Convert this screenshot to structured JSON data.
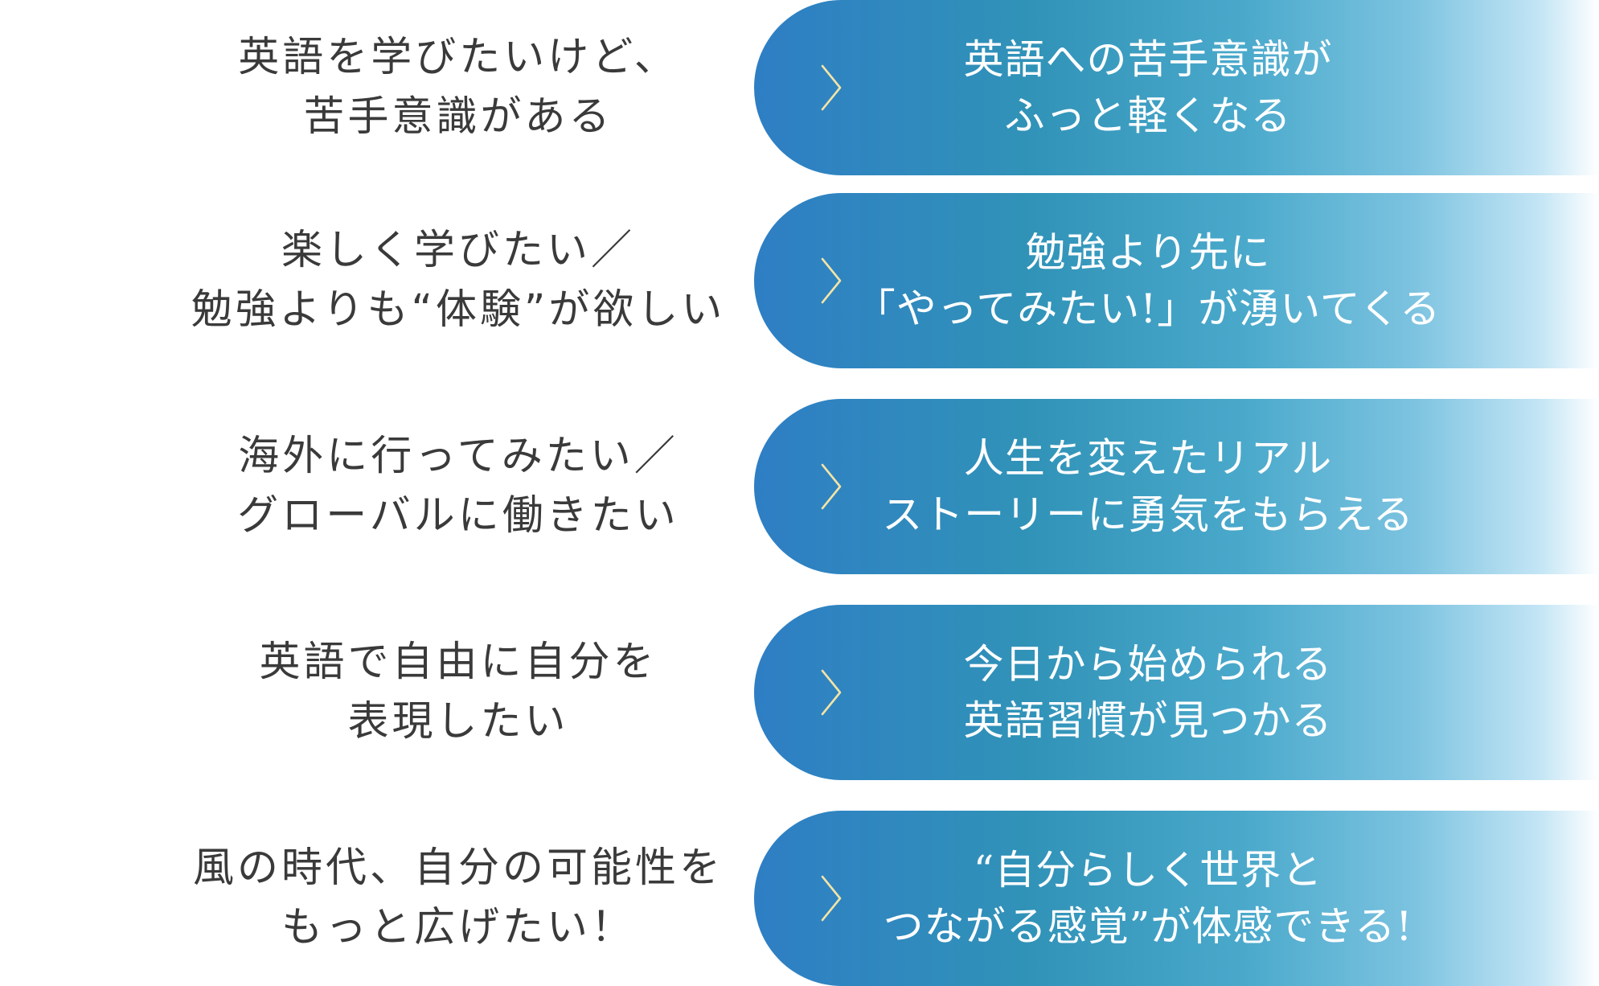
{
  "rows": [
    {
      "problem": [
        "英語を学びたいけど、",
        "苦手意識がある"
      ],
      "benefit": [
        "英語への苦手意識が",
        "ふっと軽くなる"
      ]
    },
    {
      "problem": [
        "楽しく学びたい／",
        "勉強よりも“体験”が欲しい"
      ],
      "benefit": [
        "勉強より先に",
        "「やってみたい!」が湧いてくる"
      ]
    },
    {
      "problem": [
        "海外に行ってみたい／",
        "グローバルに働きたい"
      ],
      "benefit": [
        "人生を変えたリアル",
        "ストーリーに勇気をもらえる"
      ]
    },
    {
      "problem": [
        "英語で自由に自分を",
        "表現したい"
      ],
      "benefit": [
        "今日から始められる",
        "英語習慣が見つかる"
      ]
    },
    {
      "problem": [
        "風の時代、自分の可能性を",
        "もっと広げたい！"
      ],
      "benefit": [
        "“自分らしく世界と",
        "つながる感覚”が体感できる!"
      ]
    }
  ],
  "colors": {
    "problem_text": "#3a3a3a",
    "benefit_text": "#ffffff",
    "pill_gradient_start": "#2e7ec4",
    "pill_gradient_mid": "#3193b8",
    "pill_gradient_end": "#ffffff",
    "chevron": "#f3e4a6"
  },
  "icons": {
    "arrow": "chevron-right-icon"
  }
}
